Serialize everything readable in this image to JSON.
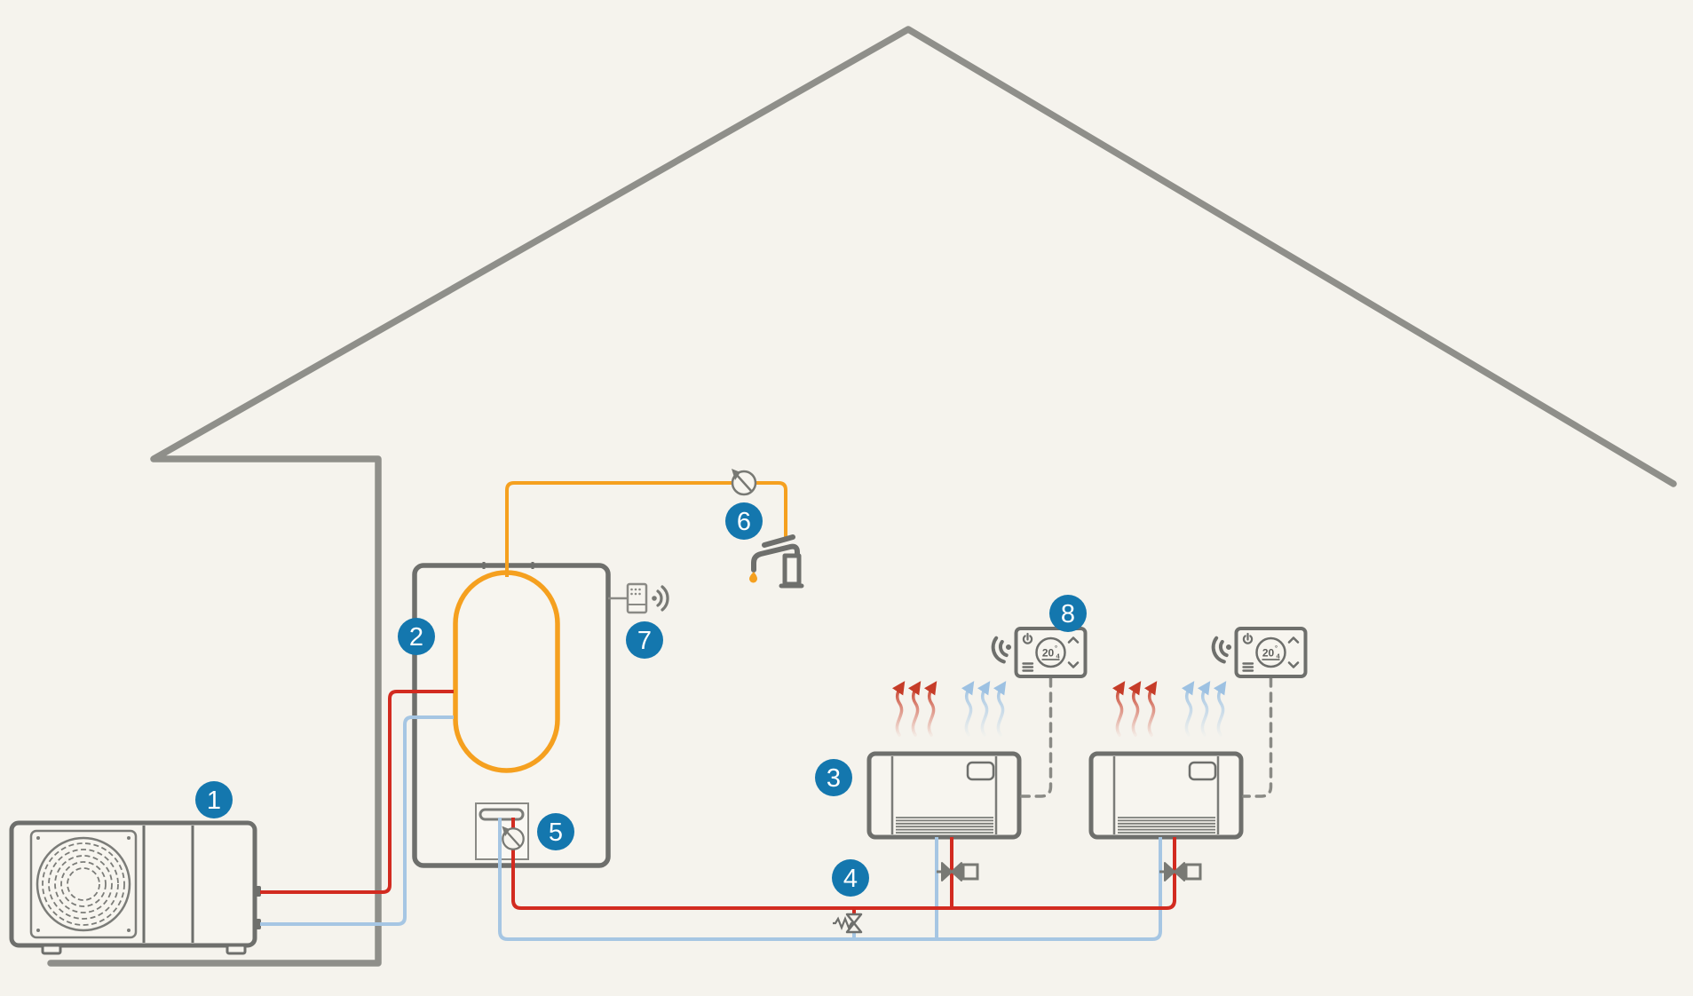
{
  "badges": [
    {
      "number": "1"
    },
    {
      "number": "2"
    },
    {
      "number": "3"
    },
    {
      "number": "4"
    },
    {
      "number": "5"
    },
    {
      "number": "6"
    },
    {
      "number": "7"
    },
    {
      "number": "8"
    }
  ],
  "thermostats": [
    {
      "display": {
        "main": "20",
        "degree": "°",
        "decimal": "4"
      }
    },
    {
      "display": {
        "main": "20",
        "degree": "°",
        "decimal": "4"
      }
    }
  ],
  "colors": {
    "background": "#f5f3ed",
    "house_outline": "#8f8f8a",
    "component_outline": "#6e6f6c",
    "badge_blue": "#1477ae",
    "hot_pipe_red": "#d22b20",
    "return_pipe_blue": "#a6c6e3",
    "hot_water_orange": "#f5a01f"
  }
}
